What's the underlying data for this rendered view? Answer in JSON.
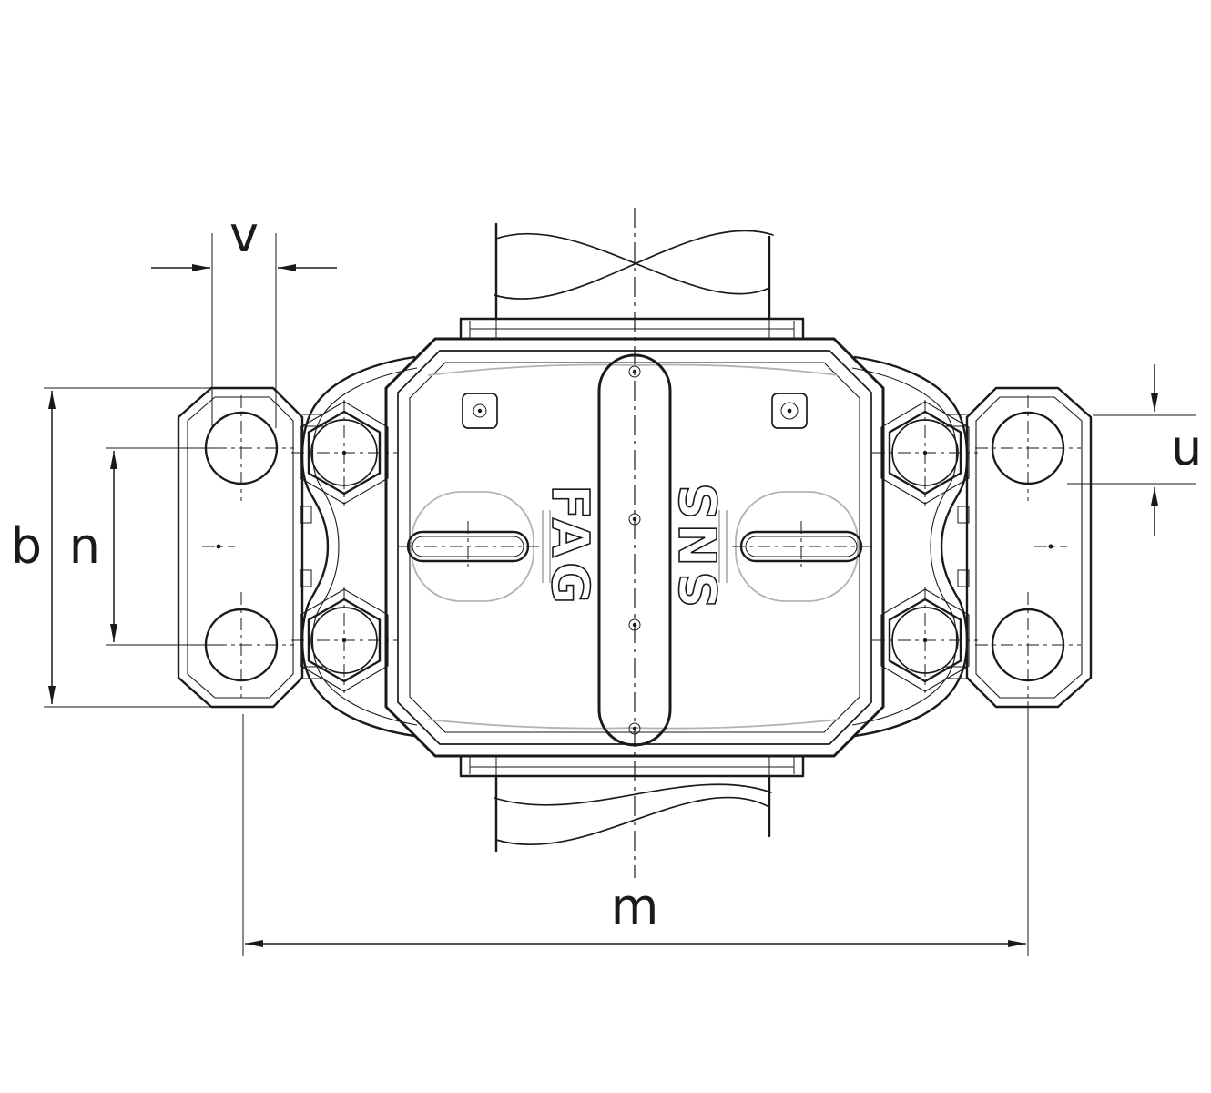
{
  "drawing": {
    "brand_marks": {
      "fag": "FAG",
      "sns": "SNS"
    },
    "dimension_labels": {
      "v": "v",
      "u": "u",
      "b": "b",
      "n": "n",
      "m": "m"
    },
    "colors": {
      "line": "#1a1a1a",
      "faint": "#b3b3b3",
      "background": "#ffffff"
    }
  }
}
